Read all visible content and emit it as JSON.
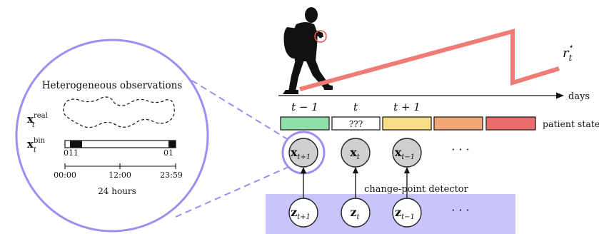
{
  "inset": {
    "title": "Heterogeneous observations",
    "x_real": {
      "base": "x",
      "sub": "t",
      "sup": "real"
    },
    "x_bin": {
      "base": "x",
      "sub": "t",
      "sup": "bin"
    },
    "bin_left_label": "011",
    "bin_right_label": "01",
    "time_ticks": [
      "00:00",
      "12:00",
      "23:59"
    ],
    "duration_label": "24 hours"
  },
  "timeline": {
    "axis_label": "days",
    "time_labels": [
      "t − 1",
      "t",
      "t + 1"
    ],
    "unknown_state": "???",
    "patient_state_label": "patient state",
    "state_colors": [
      "#8fe0a8",
      "#ffffff",
      "#f7dd86",
      "#f2a777",
      "#ea6d6d"
    ]
  },
  "reward": {
    "base": "r",
    "sub": "t",
    "sup": "⋆",
    "line_color": "#ee7b74"
  },
  "nodes": {
    "x": [
      {
        "base": "x",
        "sub": "t+1"
      },
      {
        "base": "x",
        "sub": "t"
      },
      {
        "base": "x",
        "sub": "t−1"
      }
    ],
    "z": [
      {
        "base": "z",
        "sub": "t+1"
      },
      {
        "base": "z",
        "sub": "t"
      },
      {
        "base": "z",
        "sub": "t−1"
      }
    ],
    "ellipsis": "· · ·"
  },
  "detector": {
    "label": "change-point detector",
    "fill": "#c9c4fb"
  },
  "accent": "#9d8ef2"
}
